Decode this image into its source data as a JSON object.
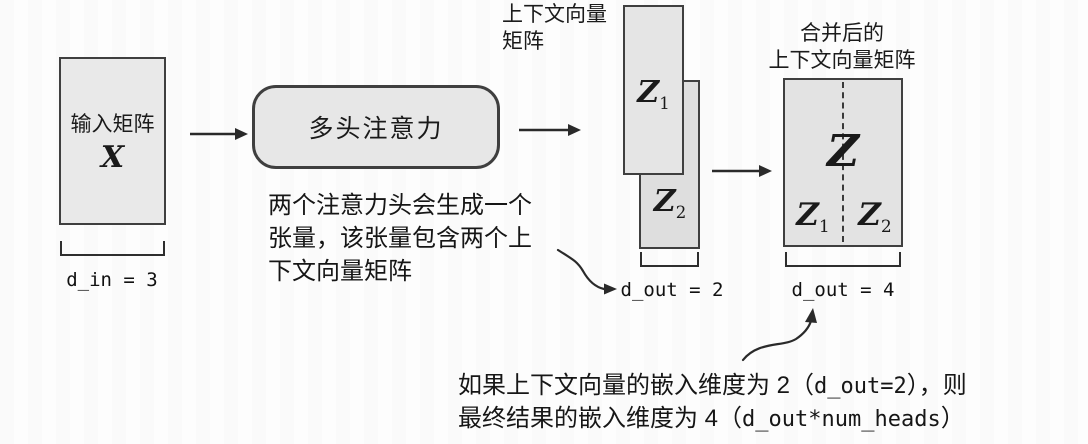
{
  "diagram": {
    "input": {
      "label": "输入矩阵",
      "symbol": "X",
      "dim_label": "d_in = 3"
    },
    "mha": {
      "label": "多头注意力"
    },
    "heads_note": [
      "两个注意力头会生成一个",
      "张量，该张量包含两个上",
      "下文向量矩阵"
    ],
    "context_stack": {
      "title_line1": "上下文向量",
      "title_line2": "矩阵",
      "z_symbol": "Z",
      "z1_sub": "1",
      "z2_sub": "2",
      "dim_label": "d_out = 2"
    },
    "merged": {
      "title_line1": "合并后的",
      "title_line2": "上下文向量矩阵",
      "z_symbol": "Z",
      "z1_sub": "1",
      "z2_sub": "2",
      "dim_label": "d_out = 4"
    },
    "bottom_note": {
      "line1_pre": "如果上下文向量的嵌入维度为 2（",
      "line1_code": "d_out=2",
      "line1_post": "），则",
      "line2_pre": "最终结果的嵌入维度为 4（",
      "line2_code": "d_out*num_heads",
      "line2_post": "）"
    },
    "colors": {
      "box_fill": "#e7e7e7",
      "box_border": "#3f3f3f",
      "arrow": "#2a2a2a",
      "text": "#1a1a1a"
    }
  }
}
